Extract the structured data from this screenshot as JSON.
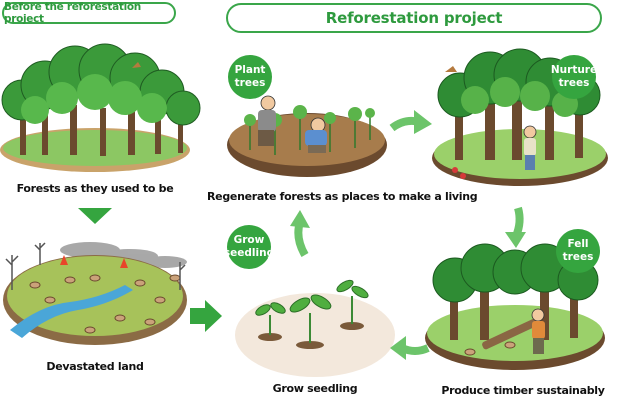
{
  "header": {
    "before_label": "Before the reforestation project",
    "project_title": "Reforestation project"
  },
  "captions": {
    "forests_used_to_be": "Forests as they used to be",
    "devastated_land": "Devastated land",
    "grow_seedling": "Grow seedling",
    "regenerate": "Regenerate forests as places to make a living",
    "produce_timber": "Produce timber sustainably"
  },
  "badges": {
    "plant_trees": [
      "Plant",
      "trees"
    ],
    "nurture_trees": [
      "Nurture",
      "trees"
    ],
    "fell_trees": [
      "Fell",
      "trees"
    ],
    "grow_seedling": [
      "Grow",
      "seedling"
    ]
  },
  "colors": {
    "accent_green": "#35a53f",
    "arrow_green": "#5cc060"
  }
}
